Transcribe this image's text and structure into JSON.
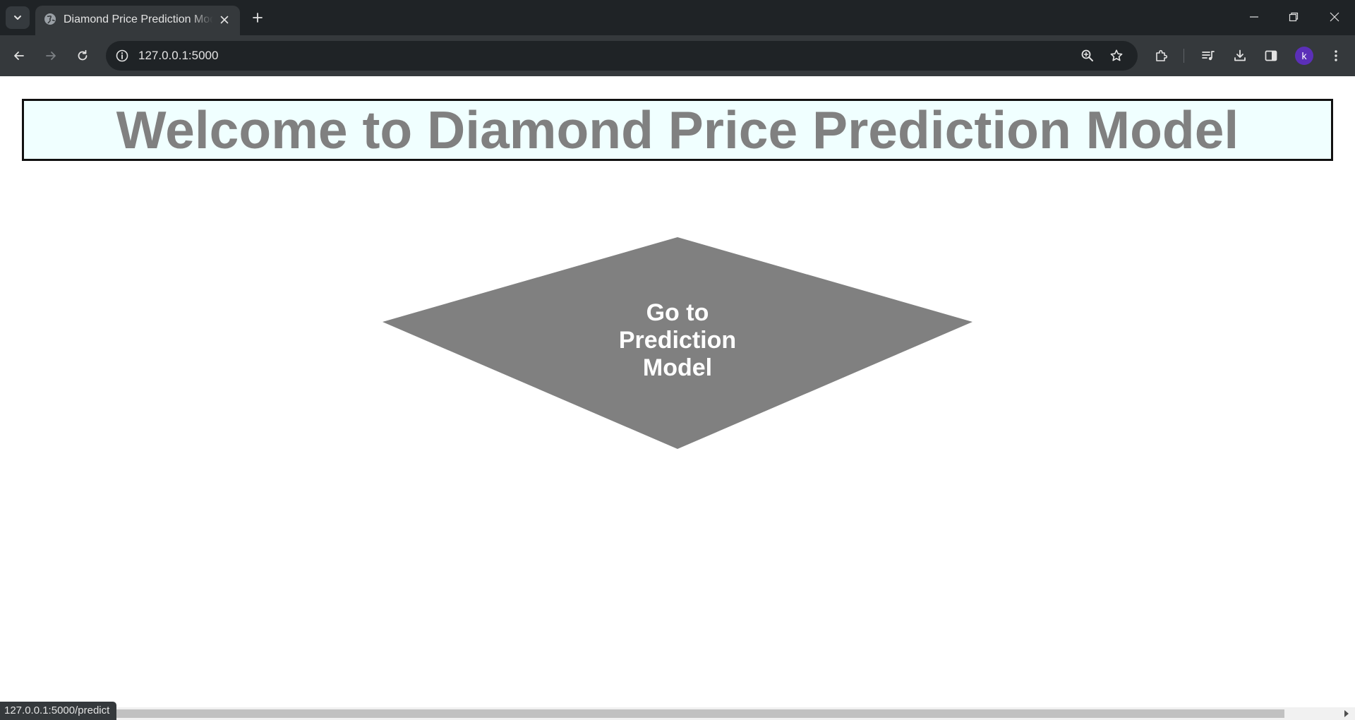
{
  "browser": {
    "tab": {
      "title": "Diamond Price Prediction Model",
      "favicon": "globe-icon"
    },
    "address_bar": {
      "url": "127.0.0.1:5000"
    },
    "profile": {
      "initial": "k",
      "color": "#5b2fb8"
    },
    "status_url": "127.0.0.1:5000/predict"
  },
  "page": {
    "heading": "Welcome to Diamond Price Prediction Model",
    "heading_color": "#808080",
    "banner_background": "#f0ffff",
    "diamond_button": {
      "label": "Go to Prediction Model",
      "fill": "#808080",
      "href": "/predict"
    }
  }
}
